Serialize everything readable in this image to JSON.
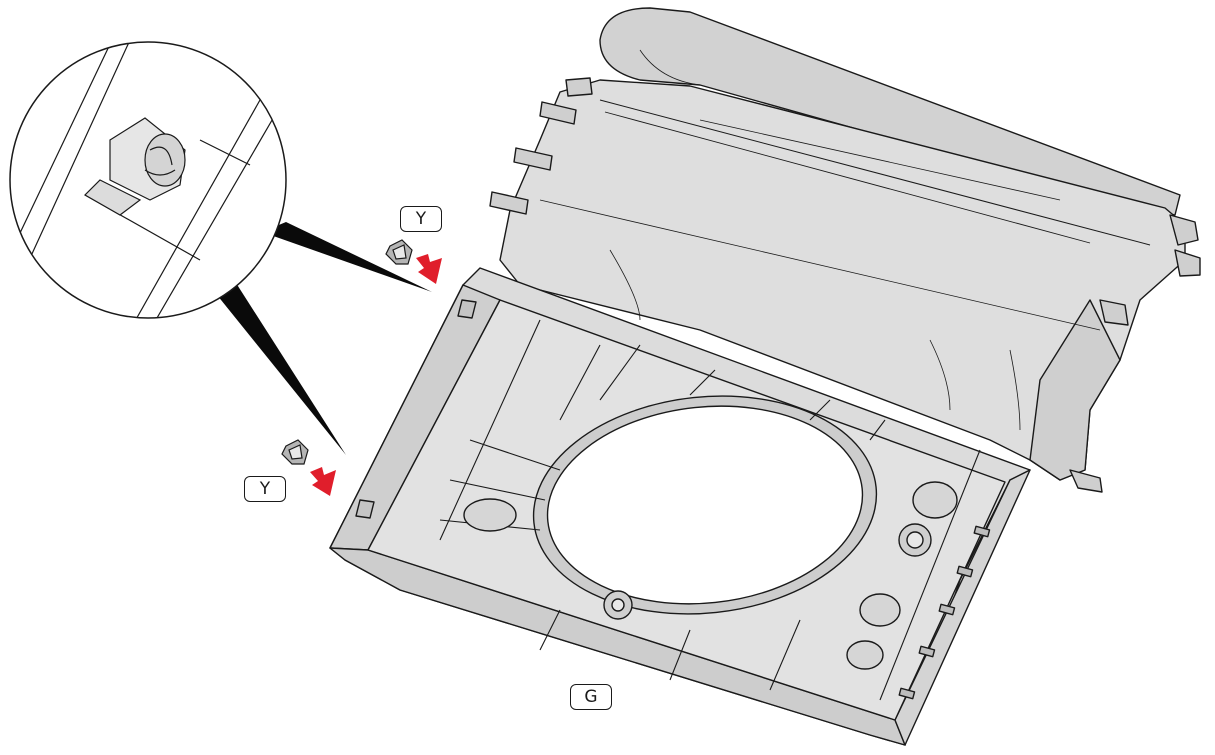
{
  "labels": {
    "clip_top": "Y",
    "clip_bottom": "Y",
    "base_part": "G"
  },
  "icons": {
    "arrow": "red-arrow-icon",
    "clip": "clip-icon",
    "magnifier": "detail-magnifier"
  },
  "colors": {
    "part_fill": "#dedede",
    "part_shade": "#cfcfcf",
    "outline": "#1a1a1a",
    "arrow": "#e01e2b"
  }
}
